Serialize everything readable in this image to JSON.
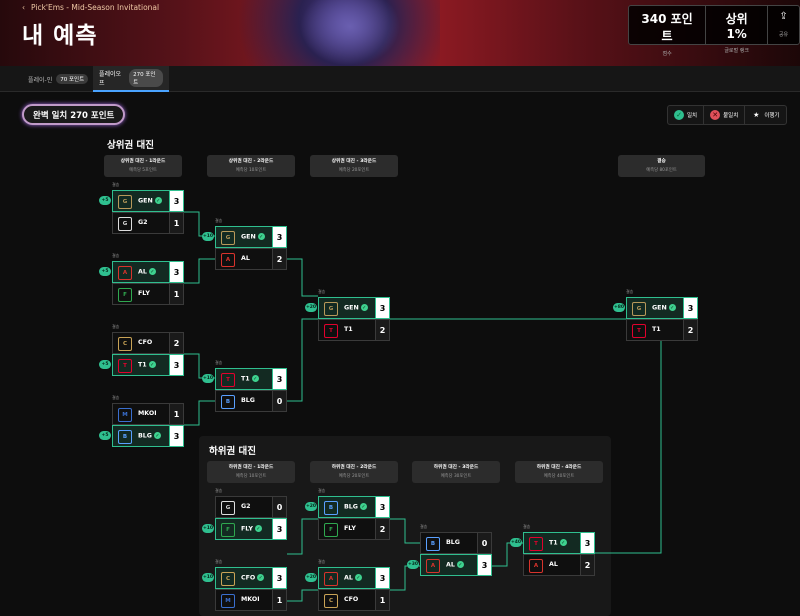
{
  "header": {
    "breadcrumb": "Pick'Ems - Mid-Season Invitational",
    "back_icon": "chevron-left-icon",
    "title": "내 예측",
    "stats": [
      {
        "value": "340 포인트",
        "label": "점수"
      },
      {
        "value": "상위 1%",
        "label": "글로벌 랭크"
      }
    ],
    "share": {
      "label": "공유",
      "icon": "share-icon"
    }
  },
  "tabs": [
    {
      "label": "플레이-인",
      "points": "70 포인트",
      "active": false
    },
    {
      "label": "플레이오프",
      "points": "270 포인트",
      "active": true
    }
  ],
  "summary": "완벽 일치 270 포인트",
  "legend": [
    {
      "icon": "check-icon",
      "label": "일치",
      "color": "#2fbf8f"
    },
    {
      "icon": "x-icon",
      "label": "불일치",
      "color": "#e0505a"
    },
    {
      "icon": "star-icon",
      "label": "이행기",
      "color": "#ffffff"
    }
  ],
  "sections": {
    "upper": "상위권 대진",
    "lower": "하위권 대진"
  },
  "rounds": {
    "u1": {
      "title": "상위권 대진 - 1라운드",
      "sub": "예측당 5포인트"
    },
    "u2": {
      "title": "상위권 대진 - 2라운드",
      "sub": "예측당 10포인트"
    },
    "u3": {
      "title": "상위권 대진 - 3라운드",
      "sub": "예측당 20포인트"
    },
    "final": {
      "title": "결승",
      "sub": "예측당 80포인트"
    },
    "l1": {
      "title": "하위권 대진 - 1라운드",
      "sub": "예측당 10포인트"
    },
    "l2": {
      "title": "하위권 대진 - 2라운드",
      "sub": "예측당 20포인트"
    },
    "l3": {
      "title": "하위권 대진 - 3라운드",
      "sub": "예측당 30포인트"
    },
    "l4": {
      "title": "하위권 대진 - 4라운드",
      "sub": "예측당 40포인트"
    }
  },
  "match_tag": "결승",
  "matches": [
    {
      "id": "u1a",
      "pts": "+5",
      "teams": [
        {
          "name": "GEN",
          "score": "3",
          "win": true
        },
        {
          "name": "G2",
          "score": "1",
          "win": false
        }
      ]
    },
    {
      "id": "u1b",
      "pts": "+5",
      "teams": [
        {
          "name": "AL",
          "score": "3",
          "win": true
        },
        {
          "name": "FLY",
          "score": "1",
          "win": false
        }
      ]
    },
    {
      "id": "u1c",
      "pts": "+5",
      "teams": [
        {
          "name": "CFO",
          "score": "2",
          "win": false
        },
        {
          "name": "T1",
          "score": "3",
          "win": true
        }
      ]
    },
    {
      "id": "u1d",
      "pts": "+5",
      "teams": [
        {
          "name": "MKOI",
          "score": "1",
          "win": false
        },
        {
          "name": "BLG",
          "score": "3",
          "win": true
        }
      ]
    },
    {
      "id": "u2a",
      "pts": "+10",
      "teams": [
        {
          "name": "GEN",
          "score": "3",
          "win": true
        },
        {
          "name": "AL",
          "score": "2",
          "win": false
        }
      ]
    },
    {
      "id": "u2b",
      "pts": "+10",
      "teams": [
        {
          "name": "T1",
          "score": "3",
          "win": true
        },
        {
          "name": "BLG",
          "score": "0",
          "win": false
        }
      ]
    },
    {
      "id": "u3",
      "pts": "+20",
      "teams": [
        {
          "name": "GEN",
          "score": "3",
          "win": true
        },
        {
          "name": "T1",
          "score": "2",
          "win": false
        }
      ]
    },
    {
      "id": "fin",
      "pts": "+80",
      "teams": [
        {
          "name": "GEN",
          "score": "3",
          "win": true
        },
        {
          "name": "T1",
          "score": "2",
          "win": false
        }
      ]
    },
    {
      "id": "l1a",
      "pts": "+10",
      "teams": [
        {
          "name": "G2",
          "score": "0",
          "win": false
        },
        {
          "name": "FLY",
          "score": "3",
          "win": true
        }
      ]
    },
    {
      "id": "l1b",
      "pts": "+10",
      "teams": [
        {
          "name": "CFO",
          "score": "3",
          "win": true
        },
        {
          "name": "MKOI",
          "score": "1",
          "win": false
        }
      ]
    },
    {
      "id": "l2a",
      "pts": "+20",
      "teams": [
        {
          "name": "BLG",
          "score": "3",
          "win": true
        },
        {
          "name": "FLY",
          "score": "2",
          "win": false
        }
      ]
    },
    {
      "id": "l2b",
      "pts": "+20",
      "teams": [
        {
          "name": "AL",
          "score": "3",
          "win": true
        },
        {
          "name": "CFO",
          "score": "1",
          "win": false
        }
      ]
    },
    {
      "id": "l3",
      "pts": "+30",
      "teams": [
        {
          "name": "BLG",
          "score": "0",
          "win": false
        },
        {
          "name": "AL",
          "score": "3",
          "win": true
        }
      ]
    },
    {
      "id": "l4",
      "pts": "+40",
      "teams": [
        {
          "name": "T1",
          "score": "3",
          "win": true
        },
        {
          "name": "AL",
          "score": "2",
          "win": false
        }
      ]
    }
  ],
  "team_colors": {
    "GEN": "#b8995a",
    "G2": "#dddddd",
    "AL": "#d8332c",
    "FLY": "#2fa84f",
    "CFO": "#c9a356",
    "T1": "#e2012d",
    "MKOI": "#3a6fcf",
    "BLG": "#5aa0ff"
  }
}
